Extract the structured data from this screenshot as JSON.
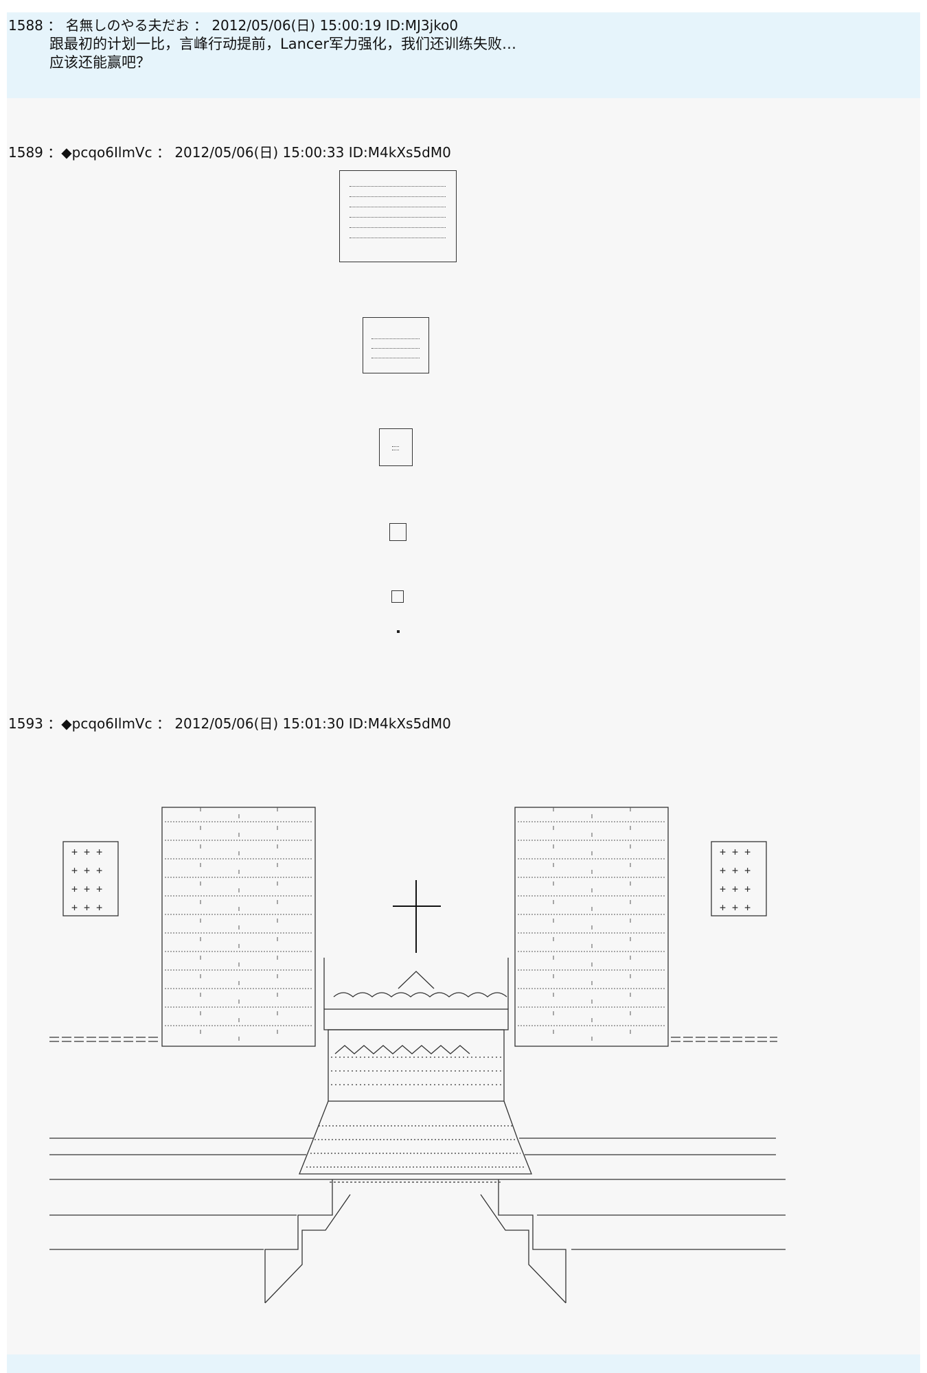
{
  "posts": [
    {
      "header": "1588 ： 名無しのやる夫だお ： 2012/05/06(日) 15:00:19 ID:MJ3jko0",
      "lines": [
        "跟最初的计划一比，言峰行动提前，Lancer军力强化，我们还训练失败…",
        "应该还能赢吧？"
      ]
    },
    {
      "header": "1589 ：◆pcqo6IlmVc ： 2012/05/06(日) 15:00:33 ID:M4kXs5dM0"
    },
    {
      "header": "1593 ：◆pcqo6IlmVc ： 2012/05/06(日) 15:01:30 ID:M4kXs5dM0"
    }
  ],
  "colors": {
    "post_blue_bg": "#e6f4fb",
    "post_grey_bg": "#f7f7f7",
    "text": "#111111",
    "line_art": "#333333"
  }
}
